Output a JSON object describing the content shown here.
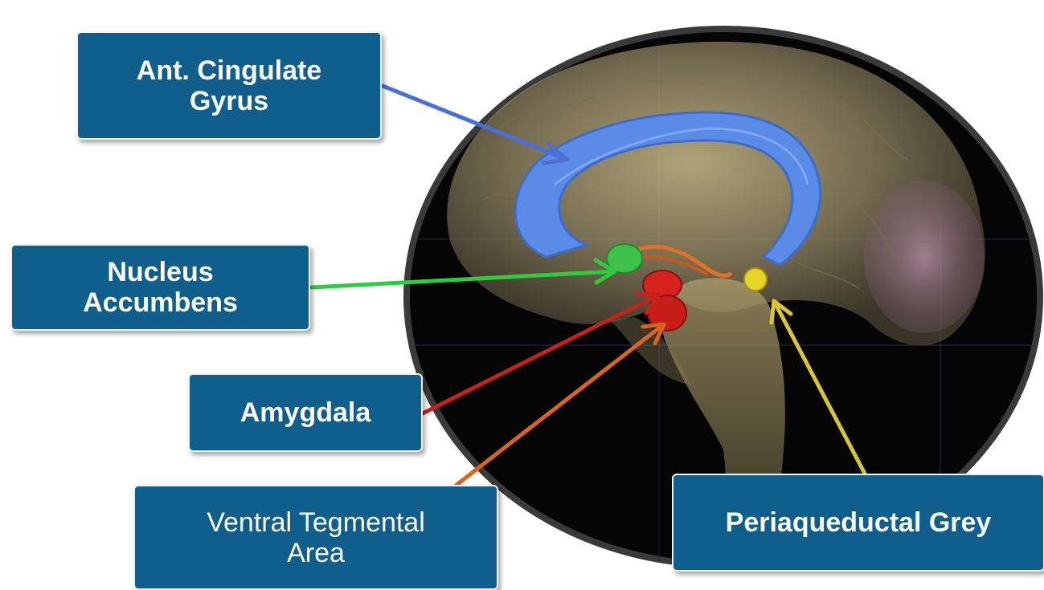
{
  "labels": {
    "anterior_cingulate": "Ant. Cingulate\nGyrus",
    "nucleus_accumbens": "Nucleus\nAccumbens",
    "amygdala": "Amygdala",
    "ventral_tegmental": "Ventral Tegmental\nArea",
    "periaqueductal": "Periaqueductal Grey"
  },
  "colors": {
    "label_fill": "#0f5e8c",
    "arrow_acg": "#4a6fd6",
    "arrow_nac": "#2ecc40",
    "arrow_amy": "#c8201a",
    "arrow_vta": "#d86420",
    "arrow_pag": "#d9c433"
  }
}
